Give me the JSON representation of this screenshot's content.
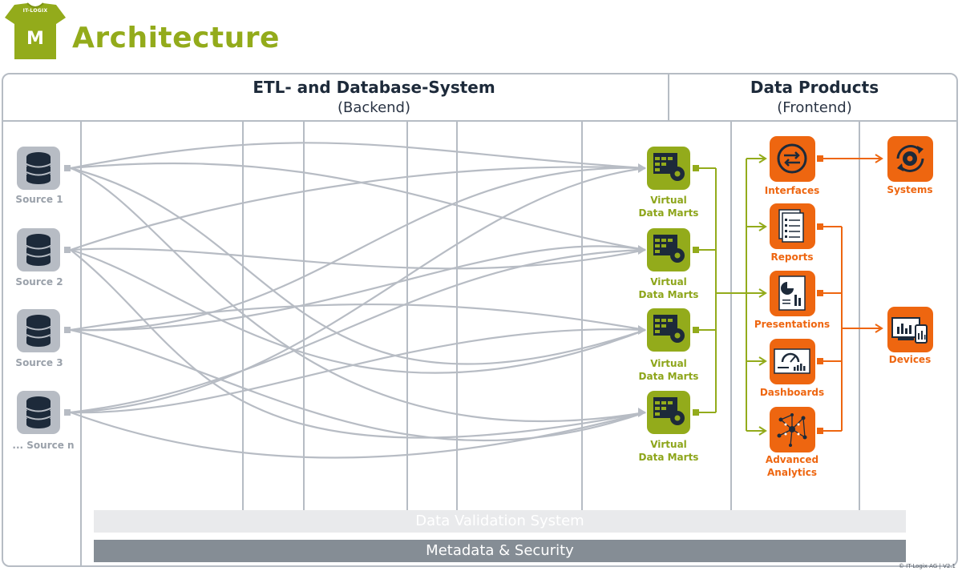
{
  "logo": {
    "tag": "IT-LOGIX",
    "letter": "M"
  },
  "title": "Architecture",
  "backend": {
    "title": "ETL- and Database-System",
    "subtitle": "(Backend)"
  },
  "frontend": {
    "title": "Data Products",
    "subtitle": "(Frontend)"
  },
  "sources": [
    {
      "label": "Source 1"
    },
    {
      "label": "Source 2"
    },
    {
      "label": "Source 3"
    },
    {
      "label": "... Source n"
    }
  ],
  "data_marts": [
    {
      "line1": "Virtual",
      "line2": "Data Marts"
    },
    {
      "line1": "Virtual",
      "line2": "Data Marts"
    },
    {
      "line1": "Virtual",
      "line2": "Data Marts"
    },
    {
      "line1": "Virtual",
      "line2": "Data Marts"
    }
  ],
  "products": [
    {
      "line1": "Interfaces",
      "line2": "",
      "icon": "interfaces-icon"
    },
    {
      "line1": "Reports",
      "line2": "",
      "icon": "reports-icon"
    },
    {
      "line1": "Presentations",
      "line2": "",
      "icon": "presentations-icon"
    },
    {
      "line1": "Dashboards",
      "line2": "",
      "icon": "dashboards-icon"
    },
    {
      "line1": "Advanced",
      "line2": "Analytics",
      "icon": "analytics-icon"
    }
  ],
  "systems": {
    "label": "Systems"
  },
  "devices": {
    "label": "Devices"
  },
  "bars": {
    "validation": "Data Validation System",
    "metadata": "Metadata & Security"
  },
  "copyright": "© IT-Logix AG | V2.1",
  "colors": {
    "green": "#93ab1b",
    "orange": "#ee6610",
    "grey": "#b6bcc4",
    "navy": "#1d2a3a"
  }
}
